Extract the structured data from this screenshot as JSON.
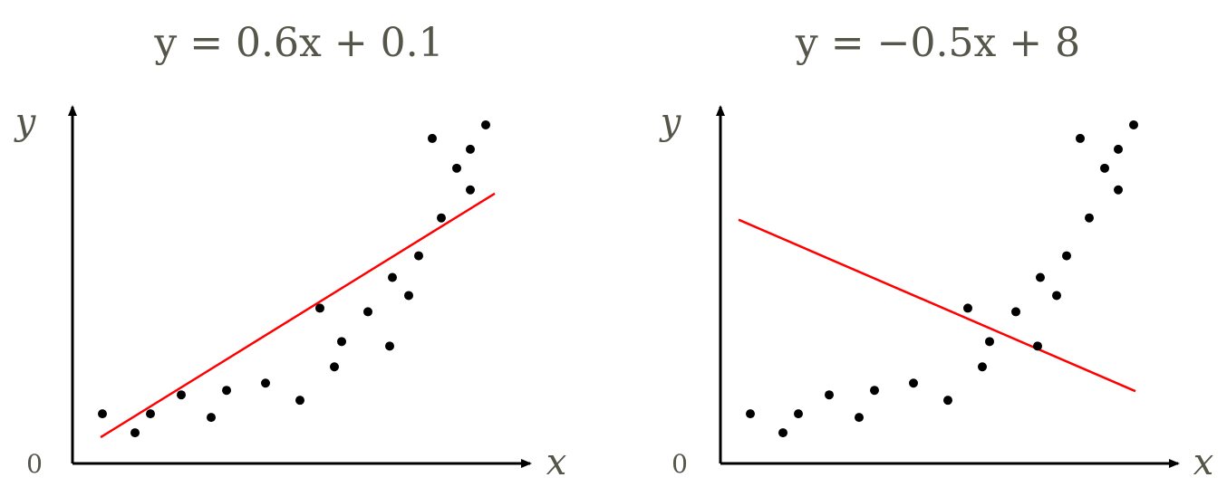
{
  "chart_data": [
    {
      "type": "scatter",
      "title": "y = 0.6x + 0.1",
      "xlabel": "x",
      "ylabel": "y",
      "origin_label": "0",
      "xlim": [
        0,
        10.1
      ],
      "ylim": [
        0,
        7.9
      ],
      "grid": false,
      "points": [
        [
          0.66,
          1.1
        ],
        [
          1.38,
          0.68
        ],
        [
          1.72,
          1.1
        ],
        [
          2.4,
          1.52
        ],
        [
          3.06,
          1.02
        ],
        [
          3.4,
          1.62
        ],
        [
          4.26,
          1.78
        ],
        [
          5.02,
          1.4
        ],
        [
          5.46,
          3.44
        ],
        [
          5.78,
          2.14
        ],
        [
          5.94,
          2.7
        ],
        [
          6.52,
          3.36
        ],
        [
          7.0,
          2.6
        ],
        [
          7.06,
          4.12
        ],
        [
          7.42,
          3.72
        ],
        [
          7.64,
          4.6
        ],
        [
          8.14,
          5.44
        ],
        [
          7.94,
          7.2
        ],
        [
          8.48,
          6.54
        ],
        [
          8.78,
          6.06
        ],
        [
          8.78,
          6.96
        ],
        [
          9.12,
          7.5
        ]
      ],
      "fit_line": {
        "x": [
          0.62,
          9.32
        ],
        "y": [
          0.58,
          5.98
        ],
        "color": "#ff0000"
      },
      "point_color": "#000000"
    },
    {
      "type": "scatter",
      "title": "y = −0.5x + 8",
      "xlabel": "x",
      "ylabel": "y",
      "origin_label": "0",
      "xlim": [
        0,
        10.1
      ],
      "ylim": [
        0,
        7.9
      ],
      "grid": false,
      "points": [
        [
          0.66,
          1.1
        ],
        [
          1.38,
          0.68
        ],
        [
          1.72,
          1.1
        ],
        [
          2.4,
          1.52
        ],
        [
          3.06,
          1.02
        ],
        [
          3.4,
          1.62
        ],
        [
          4.26,
          1.78
        ],
        [
          5.02,
          1.4
        ],
        [
          5.46,
          3.44
        ],
        [
          5.78,
          2.14
        ],
        [
          5.94,
          2.7
        ],
        [
          6.52,
          3.36
        ],
        [
          7.0,
          2.6
        ],
        [
          7.06,
          4.12
        ],
        [
          7.42,
          3.72
        ],
        [
          7.64,
          4.6
        ],
        [
          8.14,
          5.44
        ],
        [
          7.94,
          7.2
        ],
        [
          8.48,
          6.54
        ],
        [
          8.78,
          6.06
        ],
        [
          8.78,
          6.96
        ],
        [
          9.12,
          7.5
        ]
      ],
      "fit_line": {
        "x": [
          0.4,
          9.16
        ],
        "y": [
          5.4,
          1.6
        ],
        "color": "#ff0000"
      },
      "point_color": "#000000"
    }
  ]
}
